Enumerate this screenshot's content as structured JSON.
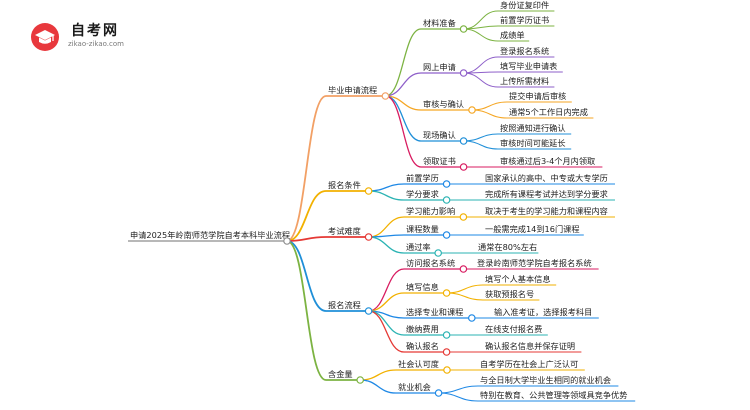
{
  "logo": {
    "title": "自考网",
    "url": "zikao-zikao.com"
  },
  "root": "申请2025年岭南师范学院自考本科毕业流程",
  "colors": {
    "c1": "#f2a065",
    "c2": "#7cb342",
    "c3": "#8e5fc9",
    "c4": "#f5a623",
    "c5": "#1f8fd8",
    "c6": "#d81b60",
    "c7": "#f2b100",
    "c8": "#1e88e5",
    "c9": "#2bb3b3",
    "c10": "#e53935",
    "grey": "#8e8e8e"
  },
  "icons": {
    "logo": "graduation-cap-icon"
  },
  "branches": [
    {
      "label": "毕业申请流程",
      "children": [
        {
          "label": "材料准备",
          "children": [
            "身份证复印件",
            "前置学历证书",
            "成绩单"
          ]
        },
        {
          "label": "网上申请",
          "children": [
            "登录报名系统",
            "填写毕业申请表",
            "上传所需材料"
          ]
        },
        {
          "label": "审核与确认",
          "children": [
            "提交申请后审核",
            "通常5个工作日内完成"
          ]
        },
        {
          "label": "现场确认",
          "children": [
            "按照通知进行确认",
            "审核时间可能延长"
          ]
        },
        {
          "label": "领取证书",
          "children": [
            "审核通过后3-4个月内领取"
          ]
        }
      ]
    },
    {
      "label": "报名条件",
      "children": [
        {
          "label": "前置学历",
          "children": [
            "国家承认的高中、中专或大专学历"
          ]
        },
        {
          "label": "学分要求",
          "children": [
            "完成所有课程考试并达到学分要求"
          ]
        }
      ]
    },
    {
      "label": "考试难度",
      "children": [
        {
          "label": "学习能力影响",
          "children": [
            "取决于考生的学习能力和课程内容"
          ]
        },
        {
          "label": "课程数量",
          "children": [
            "一般需完成14到16门课程"
          ]
        },
        {
          "label": "通过率",
          "children": [
            "通常在80%左右"
          ]
        }
      ]
    },
    {
      "label": "报名流程",
      "children": [
        {
          "label": "访问报名系统",
          "children": [
            "登录岭南师范学院自考报名系统"
          ]
        },
        {
          "label": "填写信息",
          "children": [
            "填写个人基本信息",
            "获取预报名号"
          ]
        },
        {
          "label": "选择专业和课程",
          "children": [
            "输入准考证，选择报考科目"
          ]
        },
        {
          "label": "缴纳费用",
          "children": [
            "在线支付报名费"
          ]
        },
        {
          "label": "确认报名",
          "children": [
            "确认报名信息并保存证明"
          ]
        }
      ]
    },
    {
      "label": "含金量",
      "children": [
        {
          "label": "社会认可度",
          "children": [
            "自考学历在社会上广泛认可"
          ]
        },
        {
          "label": "就业机会",
          "children": [
            "与全日制大学毕业生相同的就业机会",
            "特别在教育、公共管理等领域具竞争优势"
          ]
        }
      ]
    }
  ]
}
